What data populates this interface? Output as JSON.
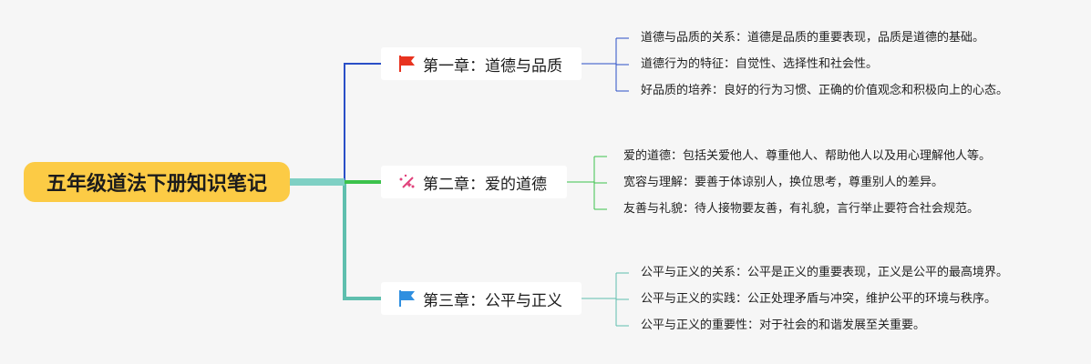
{
  "root": {
    "title": "五年级道法下册知识笔记"
  },
  "branches": [
    {
      "title": "第一章：道德与品质",
      "icon": "red-flag-icon",
      "color": "#2a4fc7",
      "icon_color": "#e8331f",
      "points": [
        "道德与品质的关系：道德是品质的重要表现，品质是道德的基础。",
        "道德行为的特征：自觉性、选择性和社会性。",
        "好品质的培养：良好的行为习惯、正确的价值观念和积极向上的心态。"
      ]
    },
    {
      "title": "第二章：爱的道德",
      "icon": "sparkle-wand-icon",
      "color": "#3cc24c",
      "icon_color": "#e0407a",
      "points": [
        "爱的道德：包括关爱他人、尊重他人、帮助他人以及用心理解他人等。",
        "宽容与理解：要善于体谅别人，换位思考，尊重别人的差异。",
        "友善与礼貌：待人接物要友善，有礼貌，言行举止要符合社会规范。"
      ]
    },
    {
      "title": "第三章：公平与正义",
      "icon": "blue-flag-icon",
      "color": "#5fbfae",
      "icon_color": "#2f8fe0",
      "points": [
        "公平与正义的关系：公平是正义的重要表现，正义是公平的最高境界。",
        "公平与正义的实践：公正处理矛盾与冲突，维护公平的环境与秩序。",
        "公平与正义的重要性：对于社会的和谐发展至关重要。"
      ]
    }
  ]
}
